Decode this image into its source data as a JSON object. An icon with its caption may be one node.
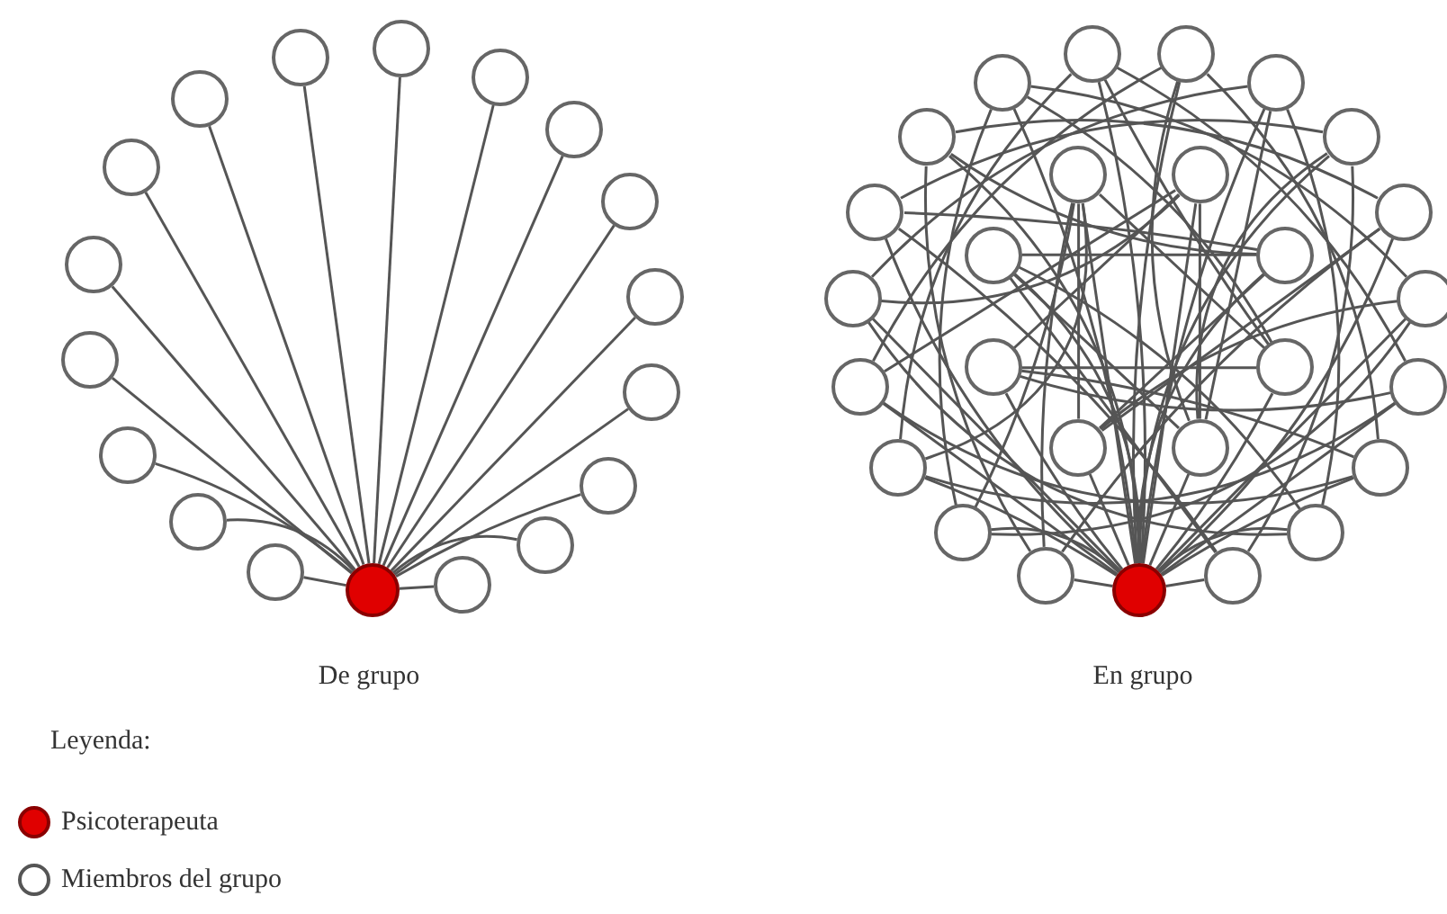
{
  "diagram": {
    "nodes": [
      {
        "text": [],
        "shape": "circle"
      },
      {
        "text": [],
        "shape": "circle"
      },
      {
        "text": [],
        "shape": "circle"
      },
      {
        "text": [],
        "shape": "circle"
      },
      {
        "text": [],
        "shape": "circle"
      },
      {
        "text": [],
        "shape": "circle"
      },
      {
        "text": [],
        "shape": "circle"
      },
      {
        "text": [],
        "shape": "circle"
      },
      {
        "text": [],
        "shape": "circle"
      },
      {
        "text": [],
        "shape": "circle"
      },
      {
        "text": [],
        "shape": "circle"
      },
      {
        "text": [],
        "shape": "circle"
      },
      {
        "text": [],
        "shape": "circle"
      },
      {
        "text": [],
        "shape": "circle"
      },
      {
        "text": [],
        "shape": "circle"
      },
      {
        "text": [],
        "shape": "circle"
      },
      {
        "text": [],
        "shape": "circle"
      },
      {
        "text": [],
        "shape": "circle"
      },
      {
        "text": [],
        "shape": "circle"
      },
      {
        "text": [],
        "shape": "circle"
      },
      {
        "text": [],
        "shape": "circle"
      },
      {
        "text": [],
        "shape": "circle"
      },
      {
        "text": [],
        "shape": "circle"
      },
      {
        "text": [],
        "shape": "circle"
      },
      {
        "text": [],
        "shape": "circle"
      },
      {
        "text": [],
        "shape": "circle"
      },
      {
        "text": [],
        "shape": "circle"
      },
      {
        "text": [],
        "shape": "circle"
      },
      {
        "text": [],
        "shape": "circle"
      },
      {
        "text": [],
        "shape": "circle"
      },
      {
        "text": [],
        "shape": "circle"
      },
      {
        "text": [],
        "shape": "circle"
      },
      {
        "text": [],
        "shape": "circle"
      },
      {
        "text": [],
        "shape": "circle"
      },
      {
        "text": [],
        "shape": "circle"
      },
      {
        "text": [],
        "shape": "circle"
      },
      {
        "text": [],
        "shape": "circle"
      },
      {
        "text": [],
        "shape": "circle"
      },
      {
        "text": [],
        "shape": "circle"
      },
      {
        "text": [],
        "shape": "circle"
      },
      {
        "text": [],
        "shape": "circle"
      },
      {
        "text": [],
        "shape": "circle"
      },
      {
        "text": [],
        "shape": "circle"
      },
      {
        "text": [],
        "shape": "circle"
      },
      {
        "text": [],
        "shape": "circle"
      }
    ],
    "edges": [
      {
        "from": 0,
        "to": 1,
        "arrow": "none"
      },
      {
        "from": 0,
        "to": 2,
        "arrow": "none"
      },
      {
        "from": 0,
        "to": 3,
        "arrow": "none"
      },
      {
        "from": 0,
        "to": 4,
        "arrow": "none"
      },
      {
        "from": 0,
        "to": 5,
        "arrow": "none"
      },
      {
        "from": 0,
        "to": 6,
        "arrow": "none"
      },
      {
        "from": 0,
        "to": 7,
        "arrow": "none"
      },
      {
        "from": 0,
        "to": 8,
        "arrow": "none"
      },
      {
        "from": 0,
        "to": 9,
        "arrow": "none"
      },
      {
        "from": 0,
        "to": 10,
        "arrow": "none"
      },
      {
        "from": 0,
        "to": 11,
        "arrow": "none"
      },
      {
        "from": 0,
        "to": 12,
        "arrow": "none"
      },
      {
        "from": 0,
        "to": 13,
        "arrow": "none"
      },
      {
        "from": 0,
        "to": 14,
        "arrow": "none"
      },
      {
        "from": 0,
        "to": 15,
        "arrow": "none"
      },
      {
        "from": 0,
        "to": 16,
        "arrow": "none"
      },
      {
        "from": 0,
        "to": 17,
        "arrow": "none"
      },
      {
        "from": 18,
        "to": 19,
        "arrow": "none"
      },
      {
        "from": 18,
        "to": 20,
        "arrow": "none"
      },
      {
        "from": 18,
        "to": 21,
        "arrow": "none"
      },
      {
        "from": 18,
        "to": 22,
        "arrow": "none"
      },
      {
        "from": 18,
        "to": 23,
        "arrow": "none"
      },
      {
        "from": 18,
        "to": 24,
        "arrow": "none"
      },
      {
        "from": 18,
        "to": 25,
        "arrow": "none"
      },
      {
        "from": 18,
        "to": 26,
        "arrow": "none"
      },
      {
        "from": 18,
        "to": 27,
        "arrow": "none"
      },
      {
        "from": 18,
        "to": 28,
        "arrow": "none"
      },
      {
        "from": 18,
        "to": 29,
        "arrow": "none"
      },
      {
        "from": 18,
        "to": 30,
        "arrow": "none"
      },
      {
        "from": 18,
        "to": 31,
        "arrow": "none"
      },
      {
        "from": 18,
        "to": 32,
        "arrow": "none"
      },
      {
        "from": 18,
        "to": 33,
        "arrow": "none"
      },
      {
        "from": 18,
        "to": 34,
        "arrow": "none"
      },
      {
        "from": 18,
        "to": 35,
        "arrow": "none"
      },
      {
        "from": 18,
        "to": 36,
        "arrow": "none"
      },
      {
        "from": 18,
        "to": 37,
        "arrow": "none"
      },
      {
        "from": 18,
        "to": 38,
        "arrow": "none"
      },
      {
        "from": 18,
        "to": 39,
        "arrow": "none"
      },
      {
        "from": 18,
        "to": 40,
        "arrow": "none"
      },
      {
        "from": 18,
        "to": 41,
        "arrow": "none"
      },
      {
        "from": 18,
        "to": 42,
        "arrow": "none"
      },
      {
        "from": 18,
        "to": 43,
        "arrow": "none"
      },
      {
        "from": 18,
        "to": 44,
        "arrow": "none"
      },
      {
        "from": 19,
        "to": 25,
        "arrow": "none"
      },
      {
        "from": 20,
        "to": 26,
        "arrow": "none"
      },
      {
        "from": 21,
        "to": 27,
        "arrow": "none"
      },
      {
        "from": 22,
        "to": 28,
        "arrow": "none"
      },
      {
        "from": 23,
        "to": 29,
        "arrow": "none"
      },
      {
        "from": 24,
        "to": 30,
        "arrow": "none"
      },
      {
        "from": 25,
        "to": 31,
        "arrow": "none"
      },
      {
        "from": 26,
        "to": 32,
        "arrow": "none"
      },
      {
        "from": 27,
        "to": 33,
        "arrow": "none"
      },
      {
        "from": 28,
        "to": 34,
        "arrow": "none"
      },
      {
        "from": 29,
        "to": 35,
        "arrow": "none"
      },
      {
        "from": 30,
        "to": 36,
        "arrow": "none"
      },
      {
        "from": 31,
        "to": 19,
        "arrow": "none"
      },
      {
        "from": 32,
        "to": 20,
        "arrow": "none"
      },
      {
        "from": 33,
        "to": 21,
        "arrow": "none"
      },
      {
        "from": 34,
        "to": 22,
        "arrow": "none"
      },
      {
        "from": 35,
        "to": 23,
        "arrow": "none"
      },
      {
        "from": 36,
        "to": 24,
        "arrow": "none"
      },
      {
        "from": 19,
        "to": 40,
        "arrow": "none"
      },
      {
        "from": 20,
        "to": 40,
        "arrow": "none"
      },
      {
        "from": 21,
        "to": 40,
        "arrow": "none"
      },
      {
        "from": 22,
        "to": 41,
        "arrow": "none"
      },
      {
        "from": 23,
        "to": 41,
        "arrow": "none"
      },
      {
        "from": 24,
        "to": 42,
        "arrow": "none"
      },
      {
        "from": 25,
        "to": 42,
        "arrow": "none"
      },
      {
        "from": 26,
        "to": 43,
        "arrow": "none"
      },
      {
        "from": 27,
        "to": 43,
        "arrow": "none"
      },
      {
        "from": 28,
        "to": 44,
        "arrow": "none"
      },
      {
        "from": 29,
        "to": 44,
        "arrow": "none"
      },
      {
        "from": 30,
        "to": 44,
        "arrow": "none"
      },
      {
        "from": 31,
        "to": 37,
        "arrow": "none"
      },
      {
        "from": 32,
        "to": 37,
        "arrow": "none"
      },
      {
        "from": 33,
        "to": 38,
        "arrow": "none"
      },
      {
        "from": 34,
        "to": 38,
        "arrow": "none"
      },
      {
        "from": 35,
        "to": 39,
        "arrow": "none"
      },
      {
        "from": 36,
        "to": 39,
        "arrow": "none"
      },
      {
        "from": 37,
        "to": 40,
        "arrow": "none"
      },
      {
        "from": 38,
        "to": 41,
        "arrow": "none"
      },
      {
        "from": 39,
        "to": 42,
        "arrow": "none"
      },
      {
        "from": 40,
        "to": 43,
        "arrow": "none"
      },
      {
        "from": 41,
        "to": 44,
        "arrow": "none"
      },
      {
        "from": 42,
        "to": 37,
        "arrow": "none"
      },
      {
        "from": 43,
        "to": 38,
        "arrow": "none"
      },
      {
        "from": 44,
        "to": 39,
        "arrow": "none"
      }
    ],
    "labels": [
      "De grupo",
      "En grupo",
      "Leyenda:"
    ],
    "legend": [
      {
        "text": "Psicoterapeuta",
        "color": "#e00000"
      },
      {
        "text": "Miembros del grupo",
        "color": "#ffffff"
      }
    ]
  }
}
